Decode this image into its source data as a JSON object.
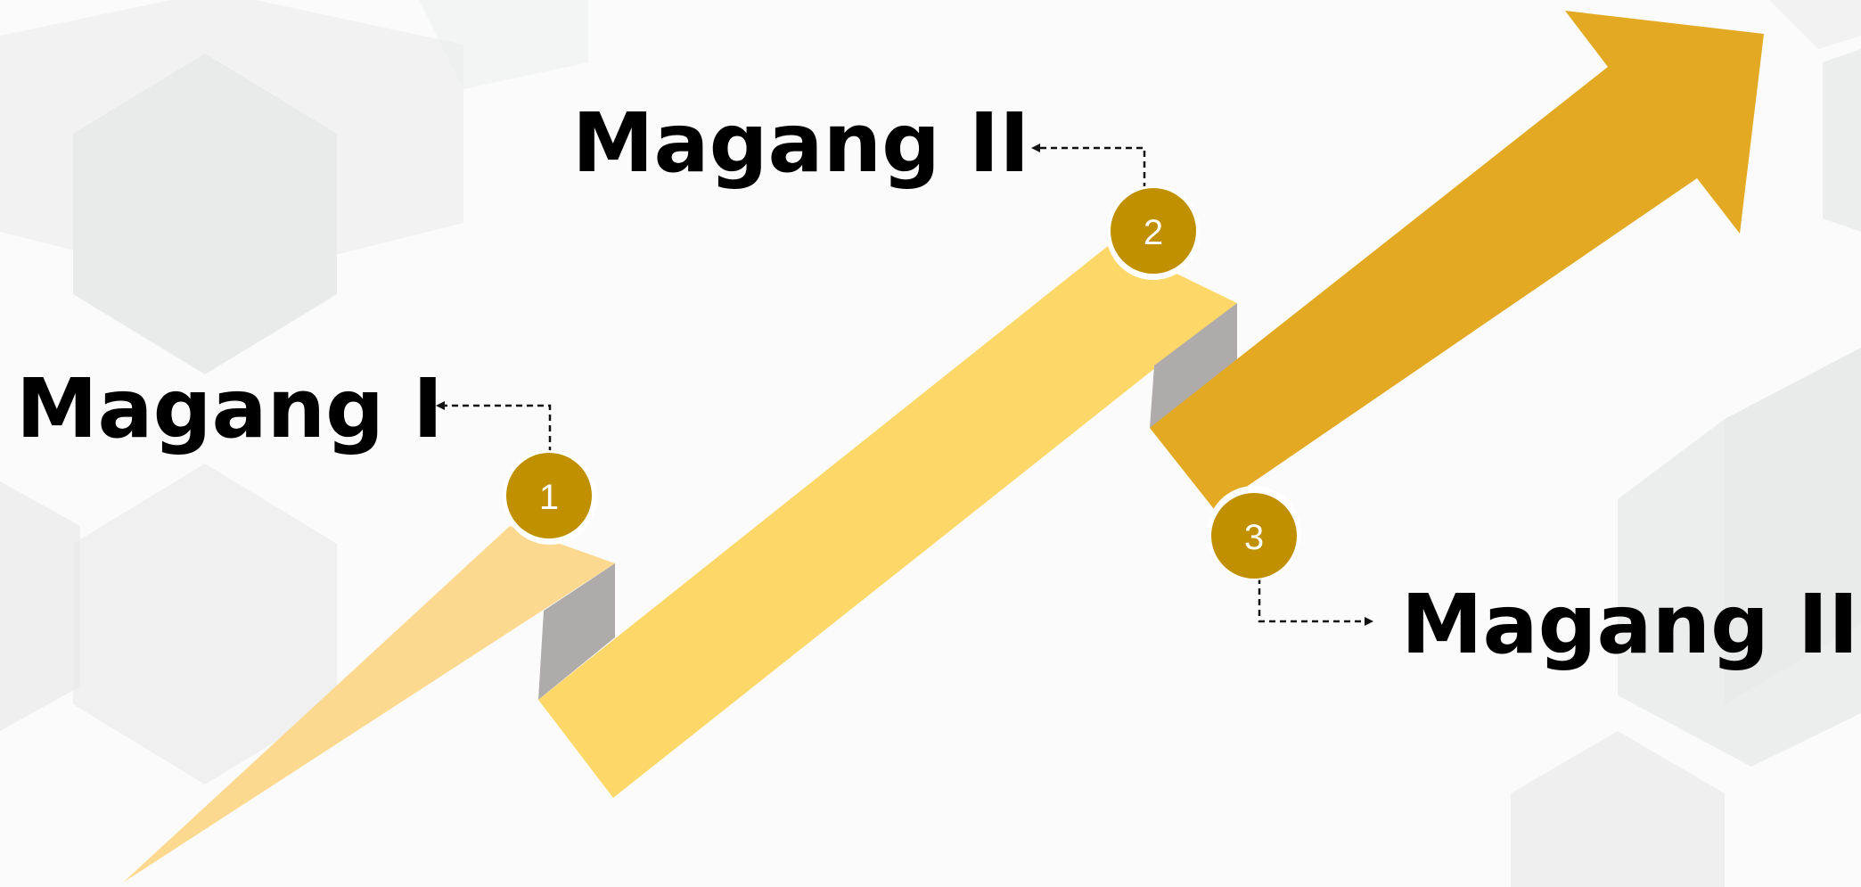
{
  "colors": {
    "background": "#fbfbfb",
    "hexagon": "#e9eaea",
    "segment1": "#fdd98f",
    "segment2": "#fdd868",
    "segment3": "#e4a923",
    "fold_shadow": "#b0abab",
    "badge_fill": "#c09000",
    "badge_ring": "#ffffff",
    "label": "#000000"
  },
  "stages": [
    {
      "number": "1",
      "label": "Magang I"
    },
    {
      "number": "2",
      "label": "Magang II"
    },
    {
      "number": "3",
      "label": "Magang III"
    }
  ],
  "icons": {
    "connector": "dashed-arrow-icon",
    "trend": "rising-arrow-icon"
  }
}
